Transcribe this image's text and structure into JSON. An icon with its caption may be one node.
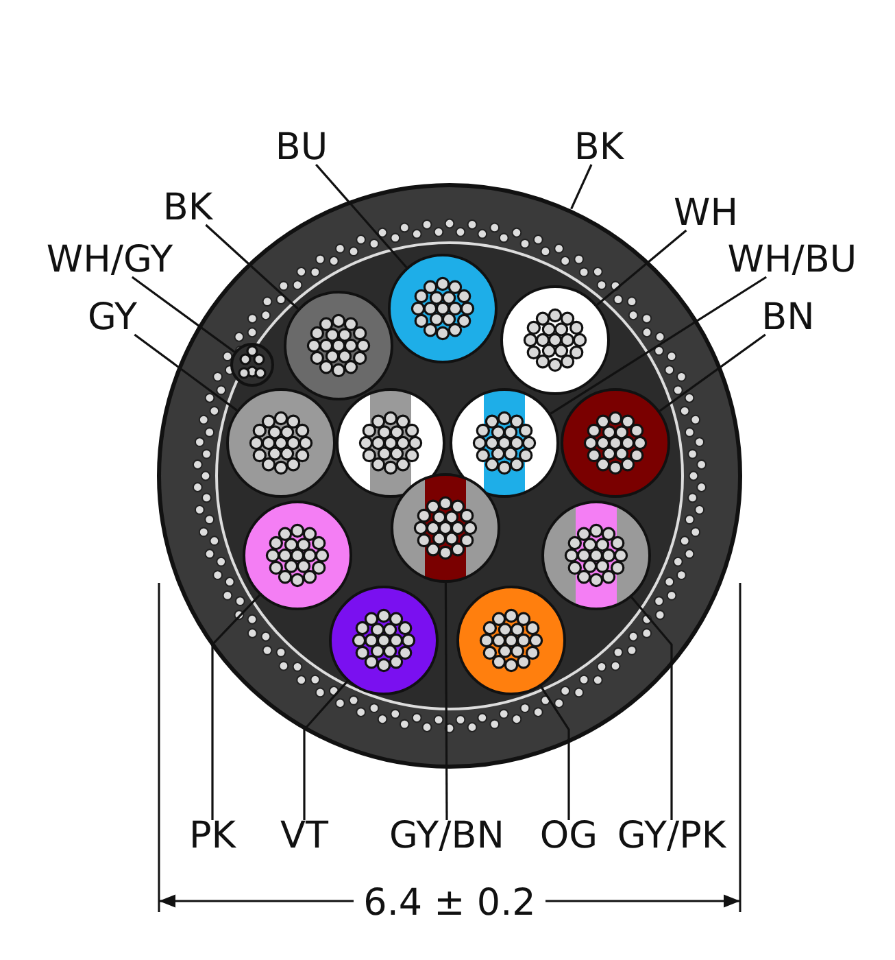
{
  "diagram": {
    "nodes": [
      {
        "text": [],
        "shape": "circle"
      },
      {
        "text": [],
        "shape": "circle",
        "in": 0
      },
      {
        "text": [],
        "shape": "circle",
        "in": 0
      },
      {
        "text": [],
        "shape": "circle",
        "in": 0
      },
      {
        "text": [],
        "shape": "circle",
        "in": 0
      },
      {
        "text": [],
        "shape": "circle",
        "in": 0
      },
      {
        "text": [],
        "shape": "circle",
        "in": 0
      },
      {
        "text": [],
        "shape": "circle",
        "in": 0
      },
      {
        "text": [],
        "shape": "circle",
        "in": 0
      },
      {
        "text": [],
        "shape": "circle",
        "in": 0
      },
      {
        "text": [],
        "shape": "circle",
        "in": 0
      },
      {
        "text": [],
        "shape": "circle",
        "in": 0
      },
      {
        "text": [],
        "shape": "circle",
        "in": 0
      },
      {
        "text": [],
        "shape": "circle",
        "in": 0
      },
      {
        "text": [
          "BU"
        ]
      },
      {
        "text": [
          "BK"
        ]
      },
      {
        "text": [
          "BK"
        ]
      },
      {
        "text": [
          "WH"
        ]
      },
      {
        "text": [
          "WH/GY"
        ]
      },
      {
        "text": [
          "WH/BU"
        ]
      },
      {
        "text": [
          "GY"
        ]
      },
      {
        "text": [
          "BN"
        ]
      },
      {
        "text": [
          "PK"
        ]
      },
      {
        "text": [
          "VT"
        ]
      },
      {
        "text": [
          "GY/BN"
        ]
      },
      {
        "text": [
          "OG"
        ]
      },
      {
        "text": [
          "GY/PK"
        ]
      }
    ],
    "edges": [
      {
        "from": 14,
        "to": 1,
        "arrow": "none"
      },
      {
        "from": 15,
        "to": 0,
        "arrow": "none"
      },
      {
        "from": 16,
        "to": 2,
        "arrow": "none"
      },
      {
        "from": 17,
        "to": 3,
        "arrow": "none"
      },
      {
        "from": 18,
        "to": 4,
        "arrow": "none"
      },
      {
        "from": 19,
        "to": 7,
        "arrow": "none"
      },
      {
        "from": 20,
        "to": 5,
        "arrow": "none"
      },
      {
        "from": 21,
        "to": 8,
        "arrow": "none"
      },
      {
        "from": 22,
        "to": 10,
        "arrow": "none"
      },
      {
        "from": 23,
        "to": 12,
        "arrow": "none"
      },
      {
        "from": 24,
        "to": 9,
        "arrow": "none"
      },
      {
        "from": 25,
        "to": 13,
        "arrow": "none"
      },
      {
        "from": 26,
        "to": 11,
        "arrow": "none"
      }
    ],
    "labels": [
      "6.4 ± 0.2"
    ]
  }
}
